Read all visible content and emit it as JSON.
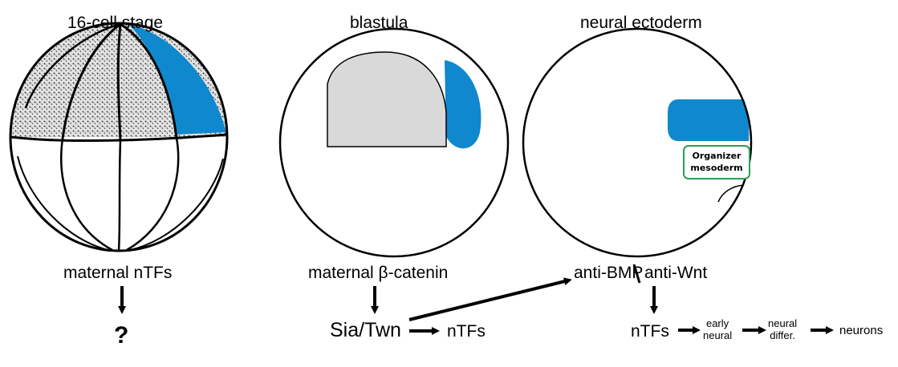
{
  "stages": [
    {
      "title": "16-cell stage",
      "factor": "maternal nTFs",
      "outcome": "?"
    },
    {
      "title": "blastula",
      "factor": "maternal β-catenin",
      "target": "Sia/Twn",
      "output": "nTFs"
    },
    {
      "title": "neural ectoderm",
      "factor_a": "anti-BMP",
      "factor_b": "anti-Wnt",
      "organizer_label": [
        "Organizer",
        "mesoderm"
      ]
    }
  ],
  "pathway": [
    "nTFs",
    [
      "early",
      "neural"
    ],
    [
      "neural",
      "differ."
    ],
    "neurons"
  ],
  "colors": {
    "organizer_blue": "#0f88cd",
    "blastocoel_gray": "#d9d9d9",
    "organizer_border": "#2e9e52",
    "stipple_fill": "#d4d4d4"
  }
}
